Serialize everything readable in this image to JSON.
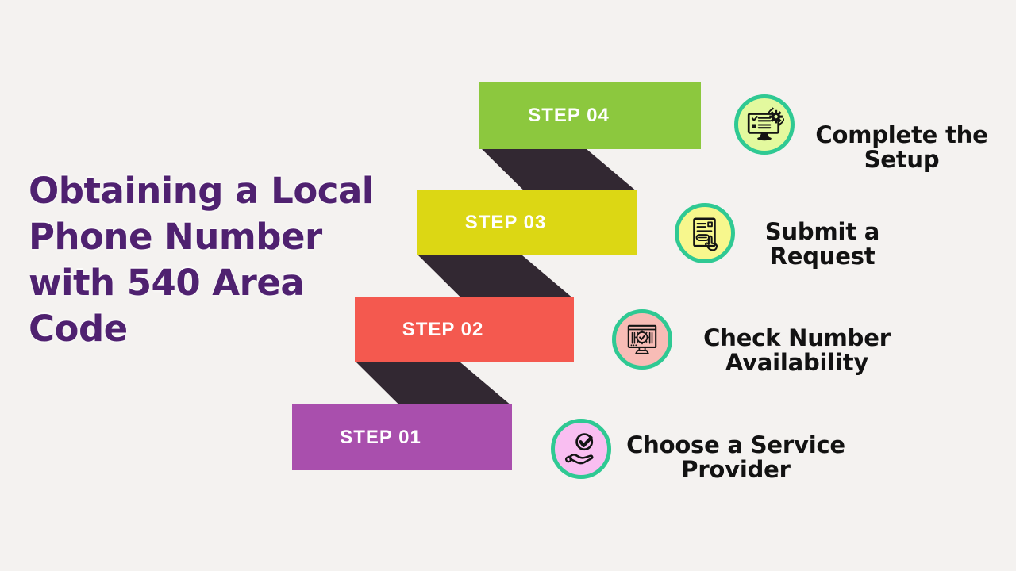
{
  "background_color": "#F4F2F0",
  "title": {
    "full_text": "Obtaining a Local Phone Number with 540 Area Code",
    "line1": "Obtaining a Local",
    "line2": "Phone Number",
    "line3": "with 540 Area",
    "line4": "Code",
    "color": "#4F2170"
  },
  "connector_color": "#322832",
  "icon_ring_color": "#2FC993",
  "bar_text_color": "#FFFFFF",
  "side_label_text_color": "#121212",
  "steps": [
    {
      "bar_label": "STEP 01",
      "bar_color": "#A94FAD",
      "icon": "hand-holding-check-icon",
      "icon_bg": "#F9BEF1",
      "label_line1": "Choose a Service",
      "label_line2": "Provider"
    },
    {
      "bar_label": "STEP 02",
      "bar_color": "#F4594F",
      "icon": "monitor-gear-check-icon",
      "icon_bg": "#F8BCB6",
      "label_line1": "Check Number",
      "label_line2": "Availability"
    },
    {
      "bar_label": "STEP 03",
      "bar_color": "#DCD714",
      "icon": "form-submit-click-icon",
      "icon_bg": "#F7F78D",
      "label_line1": "Submit a",
      "label_line2": "Request"
    },
    {
      "bar_label": "STEP 04",
      "bar_color": "#8CC83E",
      "icon": "monitor-checklist-gear-icon",
      "icon_bg": "#E3F99E",
      "label_line1": "Complete the",
      "label_line2": "Setup"
    }
  ]
}
